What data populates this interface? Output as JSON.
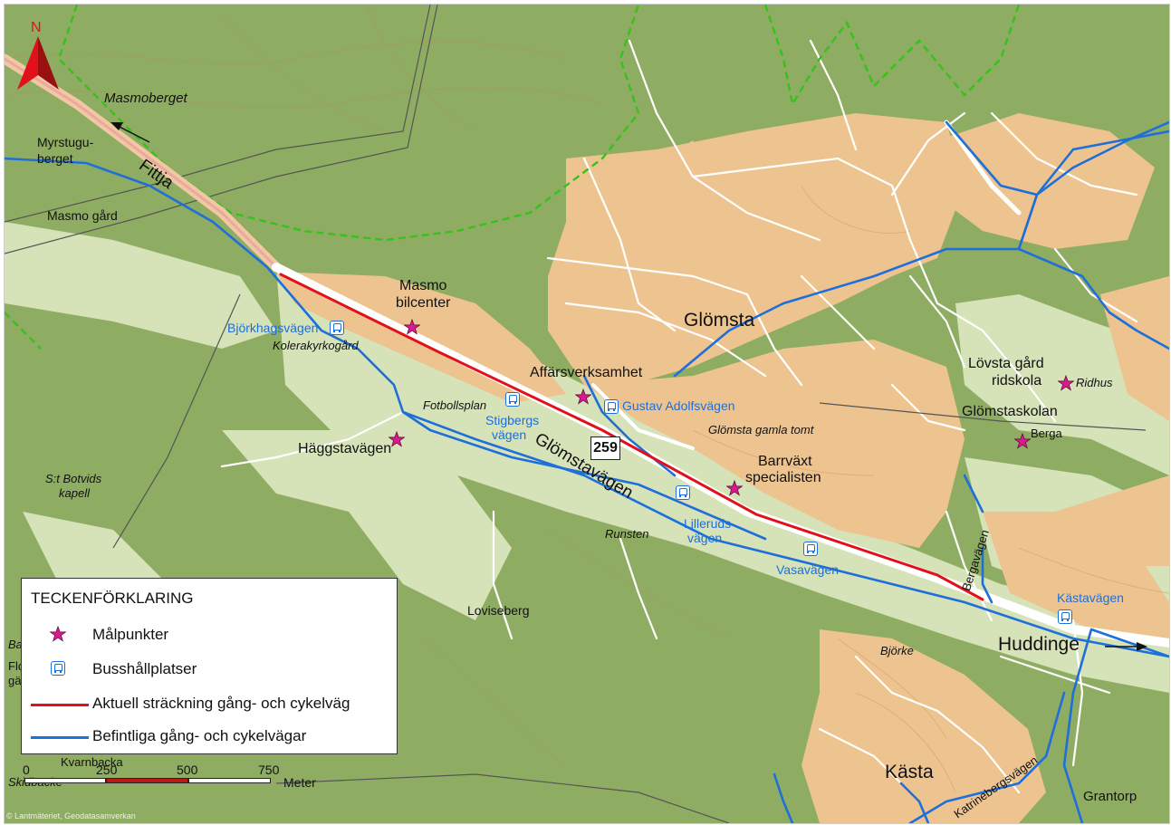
{
  "north_arrow": {
    "letter": "N"
  },
  "places": {
    "masmoberget": "Masmoberget",
    "myrstugu_1": "Myrstugu-",
    "myrstugu_2": "berget",
    "fittja": "Fittja",
    "masmo_gard": "Masmo gård",
    "masmo_bil_1": "Masmo",
    "masmo_bil_2": "bilcenter",
    "glomsta": "Glömsta",
    "bjorkhagsvagen": "Björkhagsvägen",
    "kolerakyrkogard": "Kolerakyrkogård",
    "affarsverksamhet": "Affärsverksamhet",
    "gustav_adolfsvagen": "Gustav Adolfsvägen",
    "lovsta_1": "Lövsta gård",
    "lovsta_2": "ridskola",
    "ridhus": "Ridhus",
    "fotbollsplan": "Fotbollsplan",
    "stigbergs_1": "Stigbergs",
    "stigbergs_2": "vägen",
    "glomsta_gamla_tomt": "Glömsta gamla tomt",
    "glomstaskolan": "Glömstaskolan",
    "berga": "Berga",
    "haggstavagen": "Häggstavägen",
    "glomstavagen": "Glömstavägen",
    "barrvaxt_1": "Barrväxt",
    "barrvaxt_2": "specialisten",
    "st_botvids_1": "S:t Botvids",
    "st_botvids_2": "kapell",
    "lilleruds_1": "Lilleruds-",
    "lilleruds_2": "vägen",
    "runsten": "Runsten",
    "vasavagen": "Vasavägen",
    "bergavagen": "Bergavägen",
    "kastavagen": "Kästavägen",
    "loviseberg": "Loviseberg",
    "huddinge": "Huddinge",
    "bjorke": "Björke",
    "kasta": "Kästa",
    "katrinebergsvagen": "Katrinebergsvägen",
    "grantorp": "Grantorp",
    "ba": "Ba",
    "flo": "Flo",
    "ga": "gä",
    "kvarnbacka": "Kvarnbacka",
    "skidbacke": "Skidbacke"
  },
  "route_number": "259",
  "legend": {
    "title": "TECKENFÖRKLARING",
    "items": [
      {
        "label": "Målpunkter",
        "symbol": "star",
        "color": "#d81b8c"
      },
      {
        "label": "Busshållplatser",
        "symbol": "bus",
        "color": "#1e6fd9"
      },
      {
        "label": "Aktuell sträckning gång- och cykelväg",
        "symbol": "line",
        "color": "#e0111a"
      },
      {
        "label": "Befintliga gång- och cykelvägar",
        "symbol": "line",
        "color": "#1e6fd9"
      }
    ]
  },
  "scale": {
    "ticks": [
      "0",
      "250",
      "500",
      "750"
    ],
    "unit": "Meter"
  },
  "copyright": "© Lantmäteriet, Geodatasamverkan",
  "colors": {
    "forest": "#8fac63",
    "open_land": "#d6e2b8",
    "urban": "#edc48f",
    "road": "#ffffff",
    "route": "#e0111a",
    "cycle": "#1e6fd9",
    "boundary": "#35c21b",
    "target": "#d81b8c"
  }
}
